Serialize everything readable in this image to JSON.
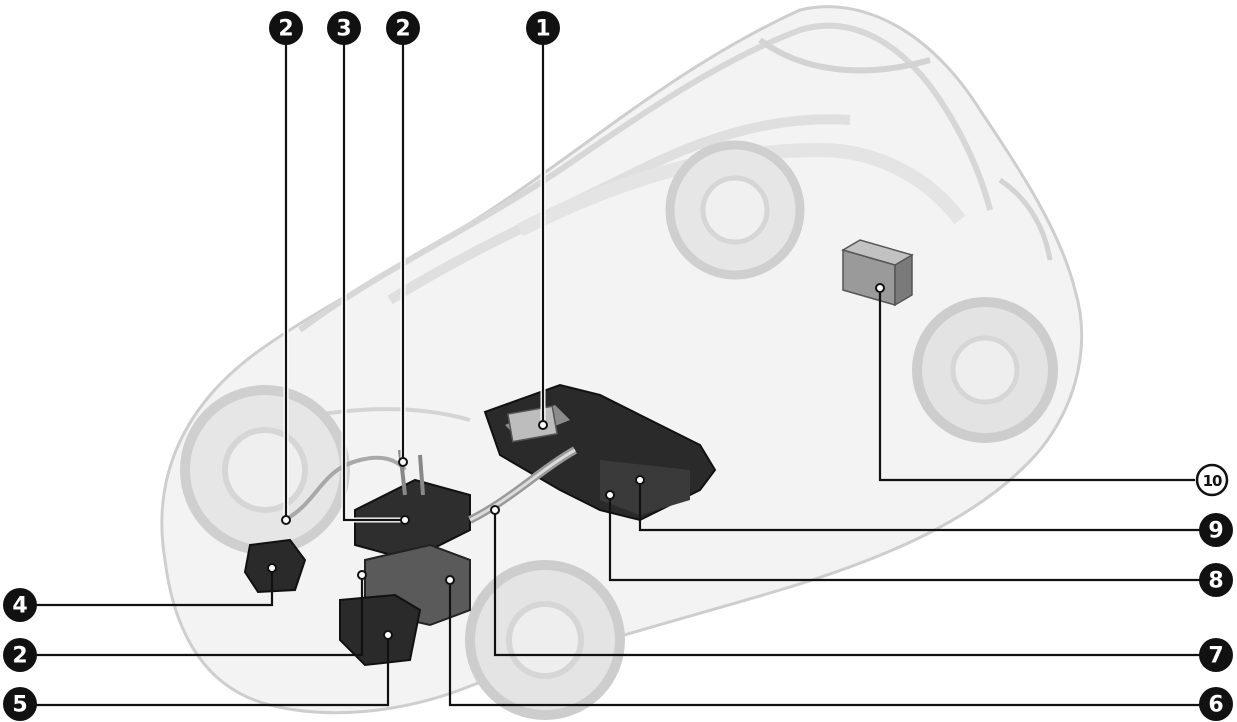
{
  "callouts": [
    {
      "id": "c1",
      "label": "1",
      "style": "filled"
    },
    {
      "id": "c2a",
      "label": "2",
      "style": "filled"
    },
    {
      "id": "c3",
      "label": "3",
      "style": "filled"
    },
    {
      "id": "c2b",
      "label": "2",
      "style": "filled"
    },
    {
      "id": "c4",
      "label": "4",
      "style": "filled"
    },
    {
      "id": "c2c",
      "label": "2",
      "style": "filled"
    },
    {
      "id": "c5",
      "label": "5",
      "style": "filled"
    },
    {
      "id": "c6",
      "label": "6",
      "style": "filled"
    },
    {
      "id": "c7",
      "label": "7",
      "style": "filled"
    },
    {
      "id": "c8",
      "label": "8",
      "style": "filled"
    },
    {
      "id": "c9",
      "label": "9",
      "style": "filled"
    },
    {
      "id": "c10",
      "label": "10",
      "style": "outline"
    }
  ]
}
